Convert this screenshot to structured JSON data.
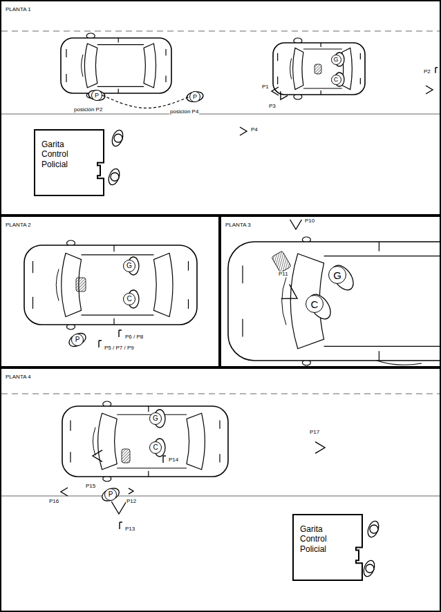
{
  "diagram": {
    "nodes": [
      {
        "text": [
          "PLANTA 1"
        ]
      },
      {
        "text": [
          "Garita Control Policial"
        ],
        "in": 0
      },
      {
        "text": [
          "P"
        ],
        "in": 0
      },
      {
        "text": [
          "P"
        ],
        "in": 0
      },
      {
        "text": [
          "G"
        ],
        "in": 0
      },
      {
        "text": [
          "C"
        ],
        "in": 0
      },
      {
        "text": [
          "PLANTA 2"
        ]
      },
      {
        "text": [
          "G"
        ],
        "in": 6
      },
      {
        "text": [
          "C"
        ],
        "in": 6
      },
      {
        "text": [
          "P"
        ],
        "in": 6
      },
      {
        "text": [
          "PLANTA 3"
        ]
      },
      {
        "text": [
          "G"
        ],
        "in": 10
      },
      {
        "text": [
          "C"
        ],
        "in": 10
      },
      {
        "text": [
          "PLANTA 4"
        ]
      },
      {
        "text": [
          "G"
        ],
        "in": 13
      },
      {
        "text": [
          "C"
        ],
        "in": 13
      },
      {
        "text": [
          "P"
        ],
        "in": 13
      },
      {
        "text": [
          "Garita Control Policial"
        ],
        "in": 13
      }
    ],
    "edges": [
      {
        "from": 2,
        "to": 3,
        "arrow": "none"
      }
    ],
    "labels": [
      "P1",
      "P2",
      "P3",
      "P4",
      "posición P2",
      "posición P4",
      "P5 / P7 / P9",
      "P6 / P8",
      "P10",
      "P11",
      "P12",
      "P13",
      "P14",
      "P15",
      "P16",
      "P17"
    ]
  }
}
